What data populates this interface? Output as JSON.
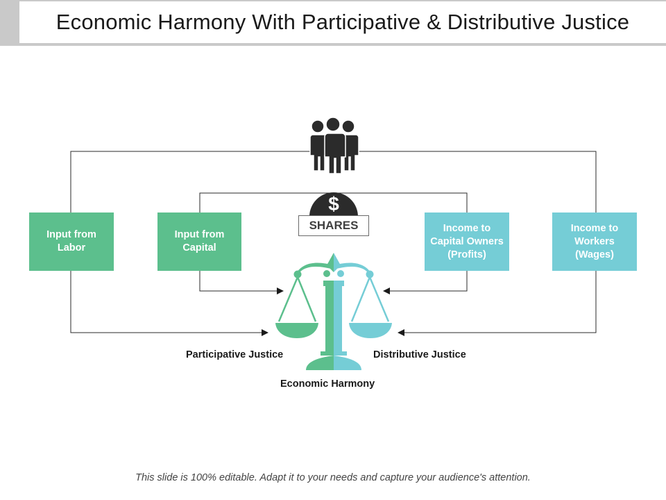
{
  "title": "Economic Harmony With Participative & Distributive Justice",
  "boxes": {
    "labor": "Input from Labor",
    "capital": "Input from Capital",
    "capital_owners": "Income to Capital Owners (Profits)",
    "workers": "Income to Workers (Wages)"
  },
  "shares": "SHARES",
  "coin_symbol": "$",
  "labels": {
    "participative": "Participative Justice",
    "distributive": "Distributive Justice",
    "harmony": "Economic Harmony"
  },
  "footer": "This slide is 100% editable. Adapt it to your needs and capture your audience's attention.",
  "colors": {
    "green": "#5cbf8d",
    "cyan": "#75cdd6",
    "icon_dark": "#2b2b2b"
  },
  "icons": [
    "people-group-icon",
    "dollar-coin-icon",
    "scales-of-justice-icon"
  ]
}
